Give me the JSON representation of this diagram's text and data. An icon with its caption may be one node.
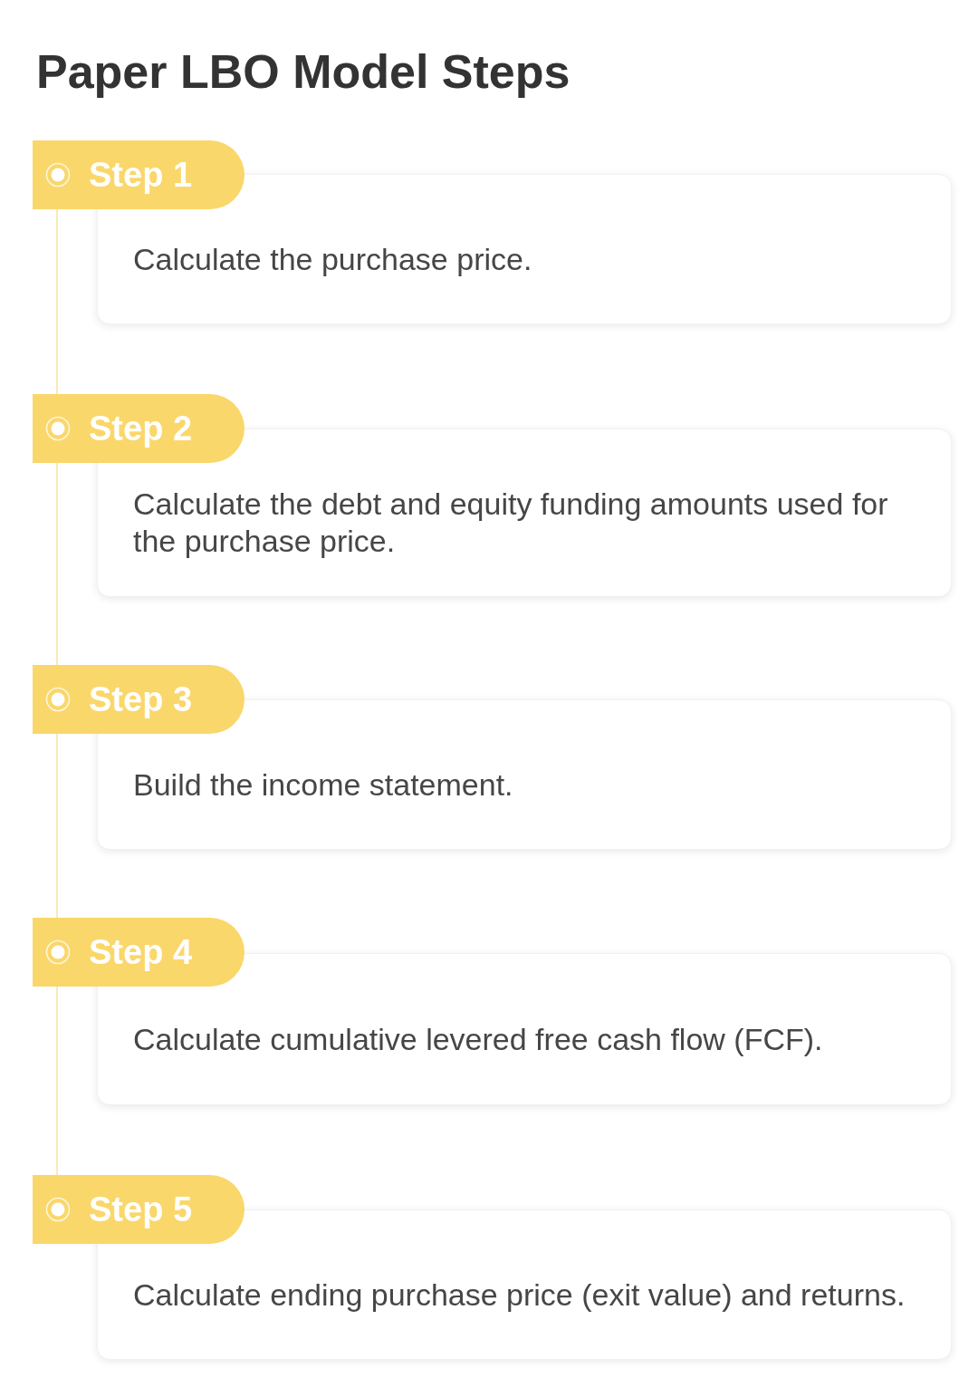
{
  "diagram": {
    "title": "Paper LBO Model Steps",
    "nodes": [
      {
        "text": [
          "Step 1"
        ]
      },
      {
        "text": [
          "Calculate the purchase price."
        ]
      },
      {
        "text": [
          "Step 2"
        ]
      },
      {
        "text": [
          "Calculate the debt and equity funding amounts used for the purchase price."
        ]
      },
      {
        "text": [
          "Step 3"
        ]
      },
      {
        "text": [
          "Build the income statement."
        ]
      },
      {
        "text": [
          "Step 4"
        ]
      },
      {
        "text": [
          "Calculate cumulative levered free cash flow (FCF)."
        ]
      },
      {
        "text": [
          "Step 5"
        ]
      },
      {
        "text": [
          "Calculate ending purchase price (exit value) and returns."
        ]
      }
    ],
    "edges": [
      {
        "from": 0,
        "to": 2,
        "arrow": "none"
      },
      {
        "from": 2,
        "to": 4,
        "arrow": "none"
      },
      {
        "from": 4,
        "to": 6,
        "arrow": "none"
      },
      {
        "from": 6,
        "to": 8,
        "arrow": "none"
      }
    ]
  }
}
